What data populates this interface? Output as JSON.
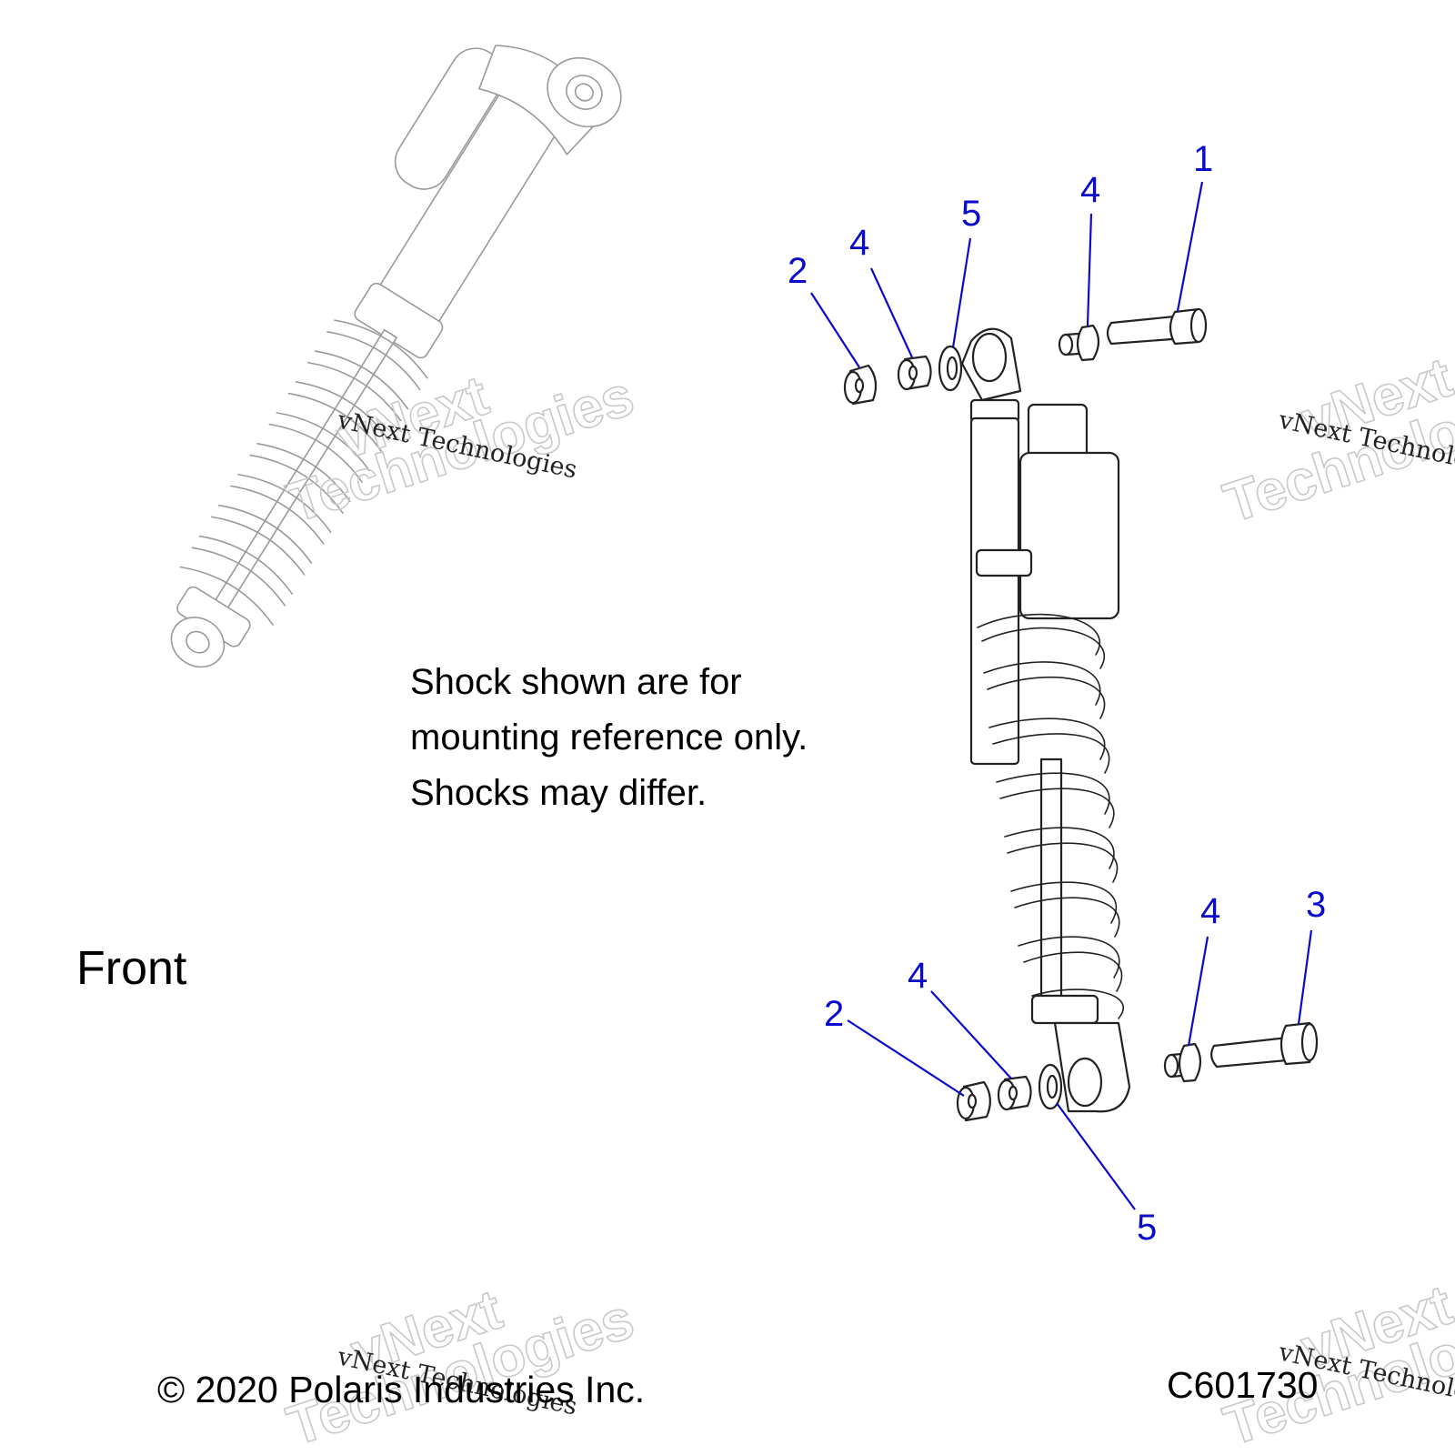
{
  "figure": {
    "note_lines": [
      "Shock shown are for",
      "mounting reference only.",
      "Shocks may differ."
    ],
    "front_label": "Front",
    "copyright": "© 2020 Polaris Industries Inc.",
    "figure_code": "C601730"
  },
  "callouts": {
    "top_bolt": "1",
    "top_bushing_left": "2",
    "top_sleeve_left": "4",
    "top_washer": "5",
    "top_sleeve_right": "4",
    "bottom_bushing_left": "2",
    "bottom_sleeve_left": "4",
    "bottom_washer": "5",
    "bottom_sleeve_right": "4",
    "bottom_bolt": "3"
  },
  "watermark": {
    "serif_text": "vNext Technologies",
    "outline_line1": "vNext",
    "outline_line2": "Technologies"
  },
  "colors": {
    "callout": "#0a0acc",
    "line_art": "#222222",
    "ghost_art": "#9a9a9a"
  }
}
